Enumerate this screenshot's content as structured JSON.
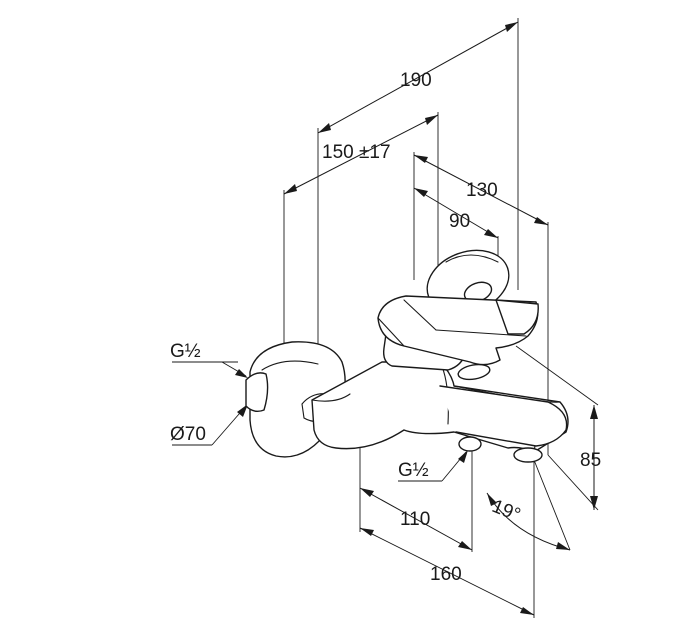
{
  "dimensions": {
    "overall_depth": "190",
    "wall_centers": "150 ±17",
    "spout_reach": "130",
    "handle_offset": "90",
    "height": "85",
    "spout_angle": "19°",
    "outlet_depth": "110",
    "spout_length": "160"
  },
  "connections": {
    "inlet_thread": "G½",
    "escutcheon_diameter": "Ø70",
    "outlet_thread": "G½"
  }
}
